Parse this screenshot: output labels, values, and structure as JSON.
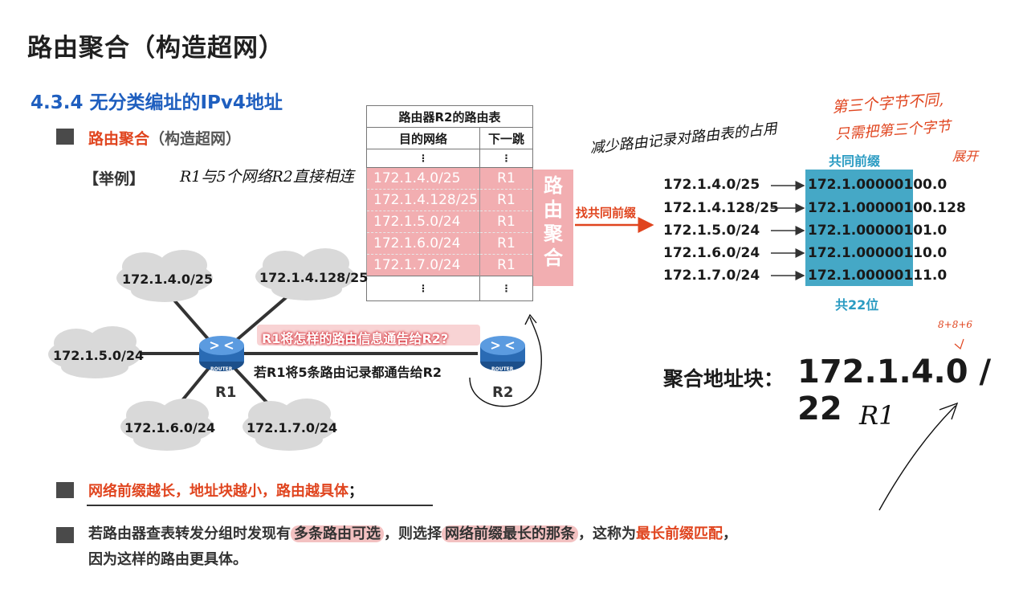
{
  "page_title": "路由聚合（构造超网）",
  "section": "4.3.4 无分类编址的IPv4地址",
  "topic": {
    "main": "路由聚合",
    "sub": "（构造超网）"
  },
  "example_label": "【举例】",
  "handwriting": {
    "note_r1": "R1与5个网络R2直接相连",
    "note_reduce": "减少路由记录对路由表的占用",
    "note_third_a": "第三个字节不同,",
    "note_third_b": "只需把第三个字节",
    "note_third_c": "展开",
    "note_calc": "8+8+6",
    "note_r1_under": "R1"
  },
  "routing_table": {
    "title": "路由器R2的路由表",
    "col_dest": "目的网络",
    "col_next": "下一跳",
    "dots": "⋮",
    "rows": [
      {
        "dest": "172.1.4.0/25",
        "next": "R1"
      },
      {
        "dest": "172.1.4.128/25",
        "next": "R1"
      },
      {
        "dest": "172.1.5.0/24",
        "next": "R1"
      },
      {
        "dest": "172.1.6.0/24",
        "next": "R1"
      },
      {
        "dest": "172.1.7.0/24",
        "next": "R1"
      }
    ]
  },
  "aggregation_chars": [
    "路",
    "由",
    "聚",
    "合"
  ],
  "find_prefix": "找共同前缀",
  "common_prefix_label": "共同前缀",
  "bits_label": "共22位",
  "prefix_rows": [
    {
      "net": "172.1.4.0/25",
      "prefix": "172.1.000001",
      "rest": "00.0"
    },
    {
      "net": "172.1.4.128/25",
      "prefix": "172.1.000001",
      "rest": "00.128"
    },
    {
      "net": "172.1.5.0/24",
      "prefix": "172.1.000001",
      "rest": "01.0"
    },
    {
      "net": "172.1.6.0/24",
      "prefix": "172.1.000001",
      "rest": "10.0"
    },
    {
      "net": "172.1.7.0/24",
      "prefix": "172.1.000001",
      "rest": "11.0"
    }
  ],
  "aggregate": {
    "label": "聚合地址块：",
    "value": "172.1.4.0 / 22"
  },
  "diagram": {
    "clouds": [
      "172.1.4.0/25",
      "172.1.4.128/25",
      "172.1.5.0/24",
      "172.1.6.0/24",
      "172.1.7.0/24"
    ],
    "router1": "R1",
    "router2": "R2",
    "router_tag": "ROUTER",
    "question": "R1将怎样的路由信息通告给R2?",
    "note": "若R1将5条路由记录都通告给R2"
  },
  "bullet1": {
    "red": "网络前缀越长，地址块越小，路由越具体",
    "tail": "；"
  },
  "bullet2": {
    "p1": "若路由器查表转发分组时发现有",
    "h1": "多条路由可选",
    "p2": "，则选择",
    "h2": "网络前缀最长的那条",
    "p3": "，这称为",
    "red": "最长前缀匹配",
    "p4": "，",
    "line2": "因为这样的路由更具体。"
  },
  "colors": {
    "accent_red": "#e0451f",
    "blue": "#1f5fbf",
    "highlight_pink": "#f2aeb1",
    "prefix_blue": "#45a8c6"
  }
}
